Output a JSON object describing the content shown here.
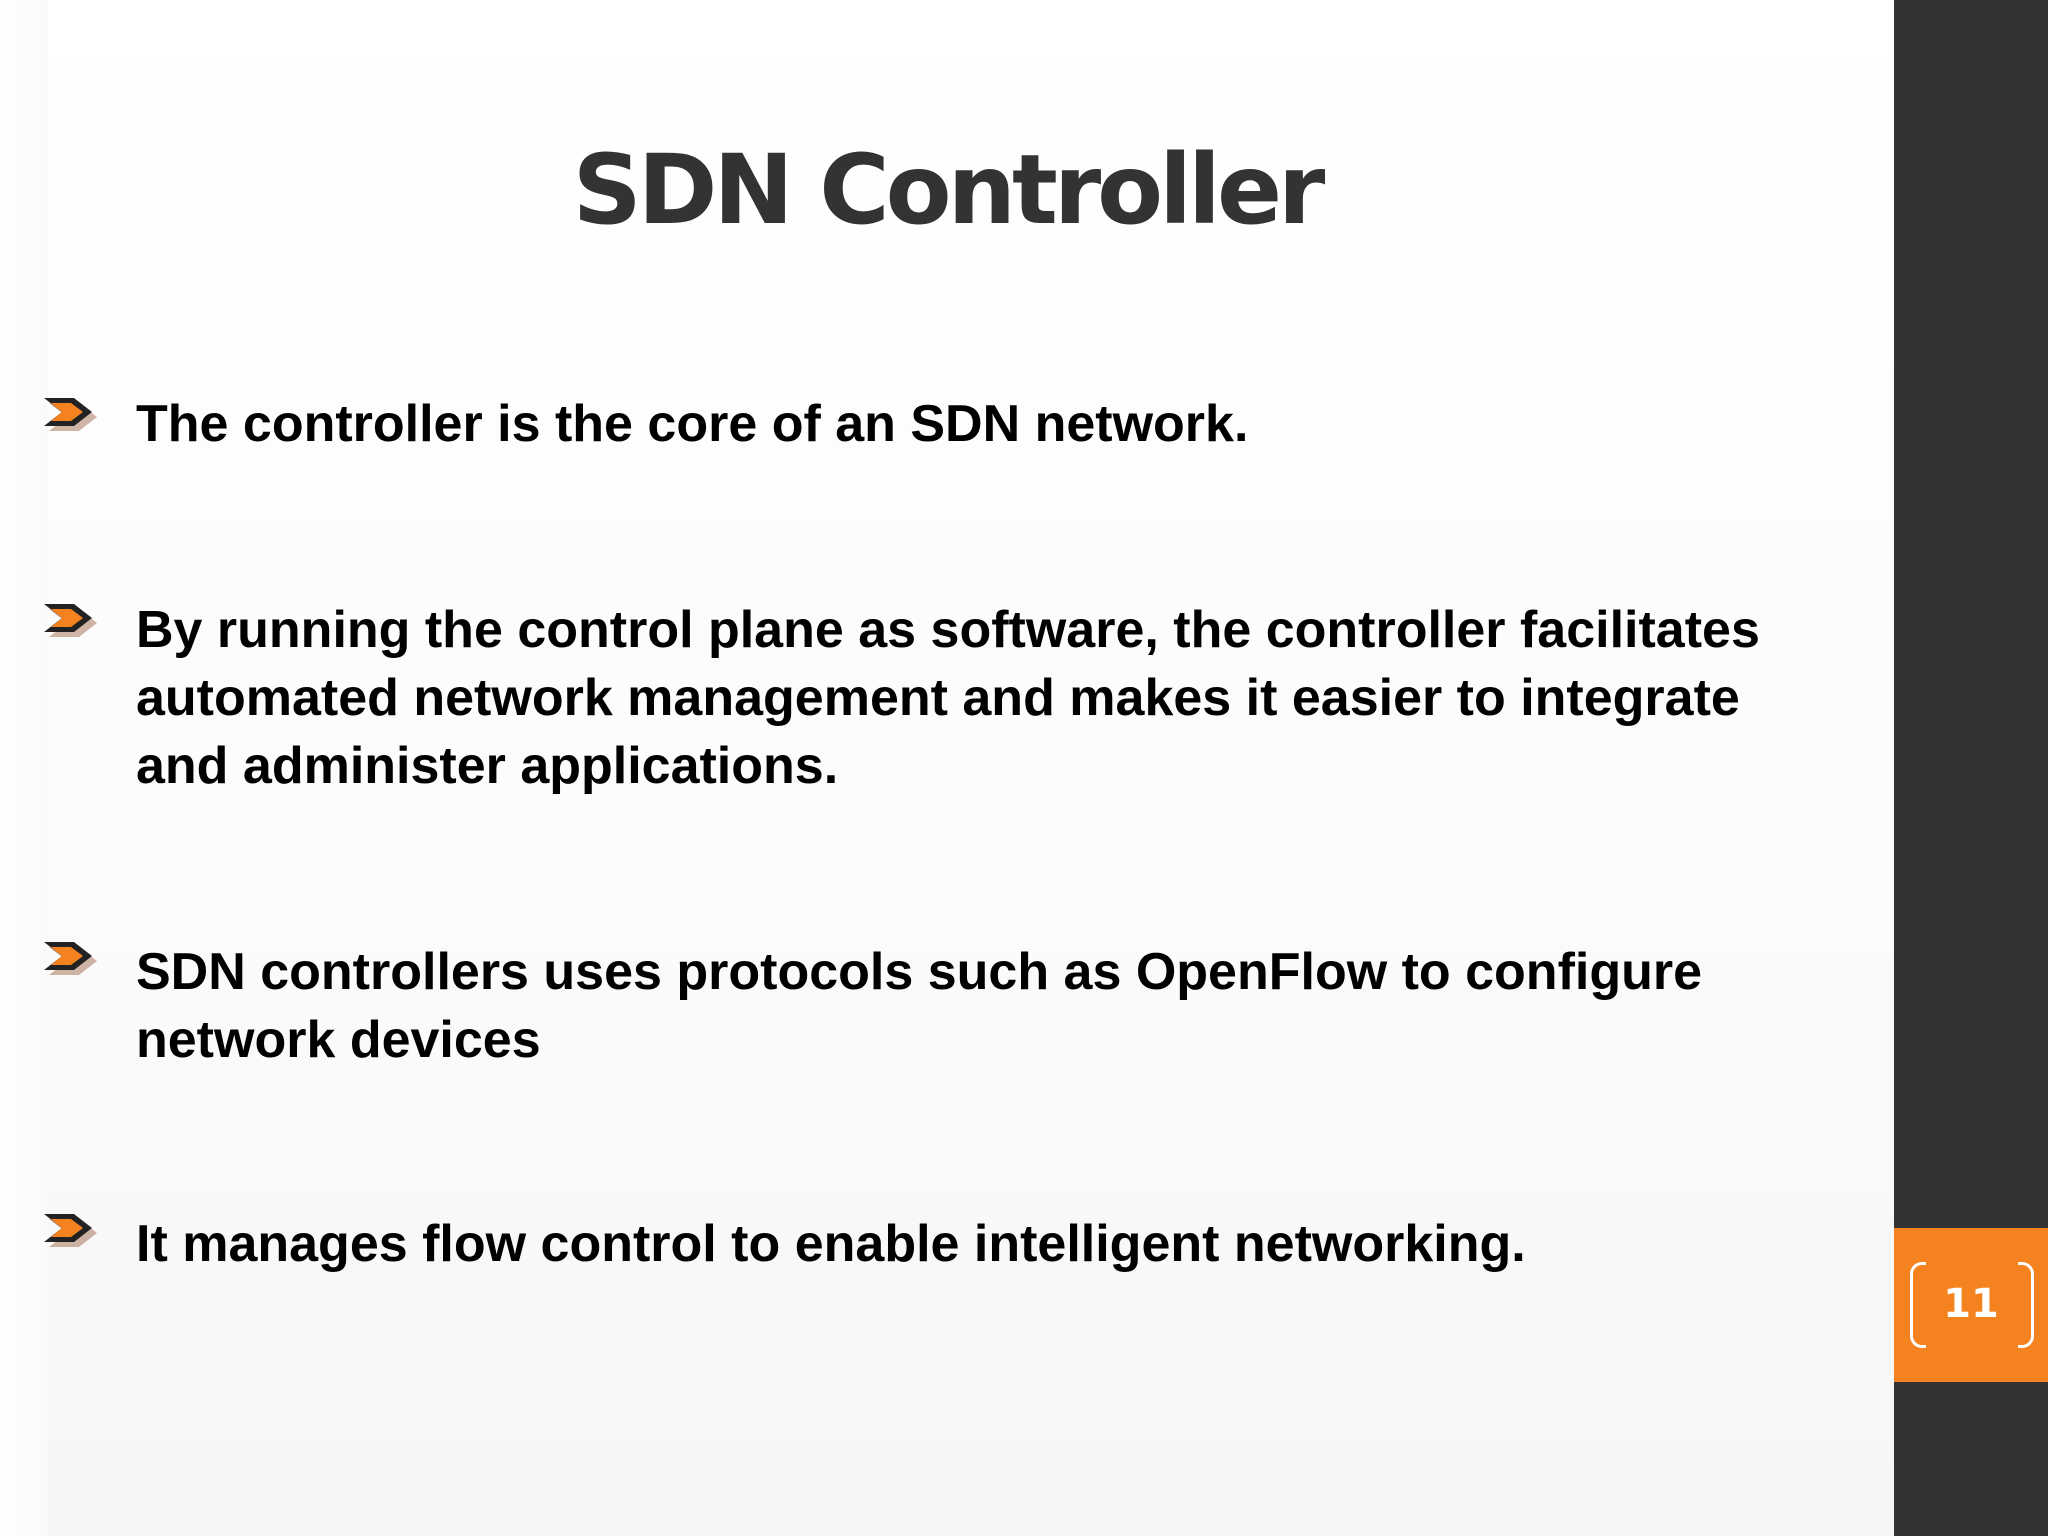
{
  "slide": {
    "title": "SDN Controller",
    "page_number": "11",
    "accent_color": "#f4831f",
    "sidebar_color": "#333333",
    "bullet_icon": "orange-chevron-arrow-icon",
    "bullets": [
      {
        "text": "The controller is the core of an SDN network."
      },
      {
        "text": "By running the control plane as software, the controller facilitates automated network management and makes it easier to integrate and administer applications."
      },
      {
        "text": "SDN controllers uses protocols such as OpenFlow to configure network devices"
      },
      {
        "text": "It manages flow control to enable intelligent networking."
      }
    ]
  }
}
